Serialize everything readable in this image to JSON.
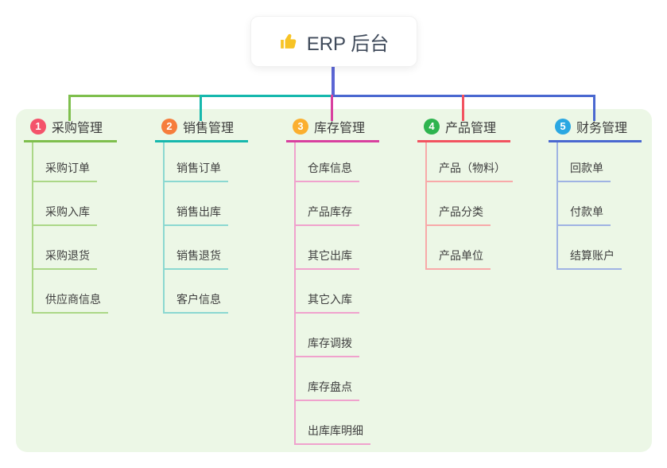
{
  "root": {
    "label": "ERP 后台",
    "icon": "thumbs-up",
    "icon_color": "#f7c325"
  },
  "panel_color": "#ecf7e6",
  "connector": {
    "root_stub_color": "#5b65d4"
  },
  "branches": [
    {
      "number": "1",
      "label": "采购管理",
      "color": "#7ebf4d",
      "light_color": "#abd787",
      "badge_color": "#f4536b",
      "children": [
        "采购订单",
        "采购入库",
        "采购退货",
        "供应商信息"
      ]
    },
    {
      "number": "2",
      "label": "销售管理",
      "color": "#16b8ad",
      "light_color": "#8bd8d1",
      "badge_color": "#f67d3c",
      "children": [
        "销售订单",
        "销售出库",
        "销售退货",
        "客户信息"
      ]
    },
    {
      "number": "3",
      "label": "库存管理",
      "color": "#d8409f",
      "light_color": "#f0a2cd",
      "badge_color": "#fbaf2f",
      "children": [
        "仓库信息",
        "产品库存",
        "其它出库",
        "其它入库",
        "库存调拨",
        "库存盘点",
        "出库库明细"
      ]
    },
    {
      "number": "4",
      "label": "产品管理",
      "color": "#f25360",
      "light_color": "#f8a9a9",
      "badge_color": "#2eb44f",
      "children": [
        "产品（物料）",
        "产品分类",
        "产品单位"
      ]
    },
    {
      "number": "5",
      "label": "财务管理",
      "color": "#4a68d0",
      "light_color": "#9fb3e3",
      "badge_color": "#2aa7e2",
      "children": [
        "回款单",
        "付款单",
        "结算账户"
      ]
    }
  ]
}
